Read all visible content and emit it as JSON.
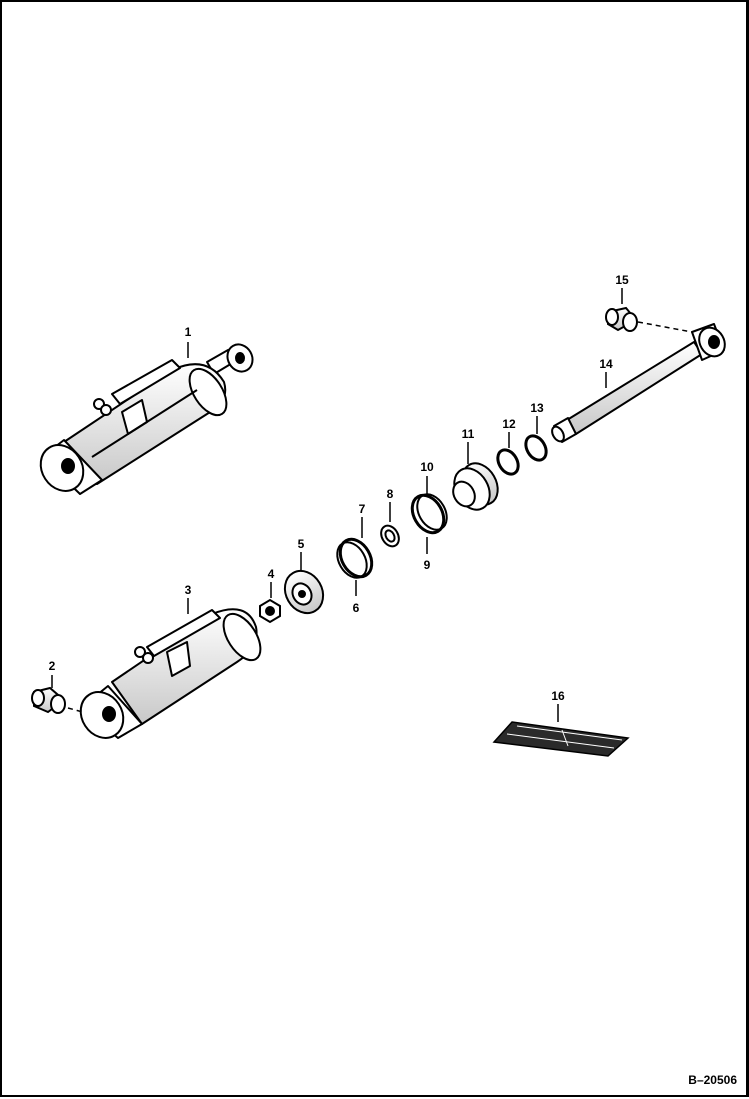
{
  "labels": {
    "p1": "1",
    "p2": "2",
    "p3": "3",
    "p4": "4",
    "p5": "5",
    "p6": "6",
    "p7": "7",
    "p8": "8",
    "p9": "9",
    "p10": "10",
    "p11": "11",
    "p12": "12",
    "p13": "13",
    "p14": "14",
    "p15": "15",
    "p16": "16"
  },
  "figure_id": "B–20506",
  "colors": {
    "ink": "#000000",
    "paper": "#ffffff",
    "shade": "#9a9a9a"
  },
  "icons": [
    "cylinder-assembly",
    "bushing",
    "lock-nut",
    "piston",
    "seal",
    "ring",
    "head",
    "rod",
    "seal-kit"
  ]
}
